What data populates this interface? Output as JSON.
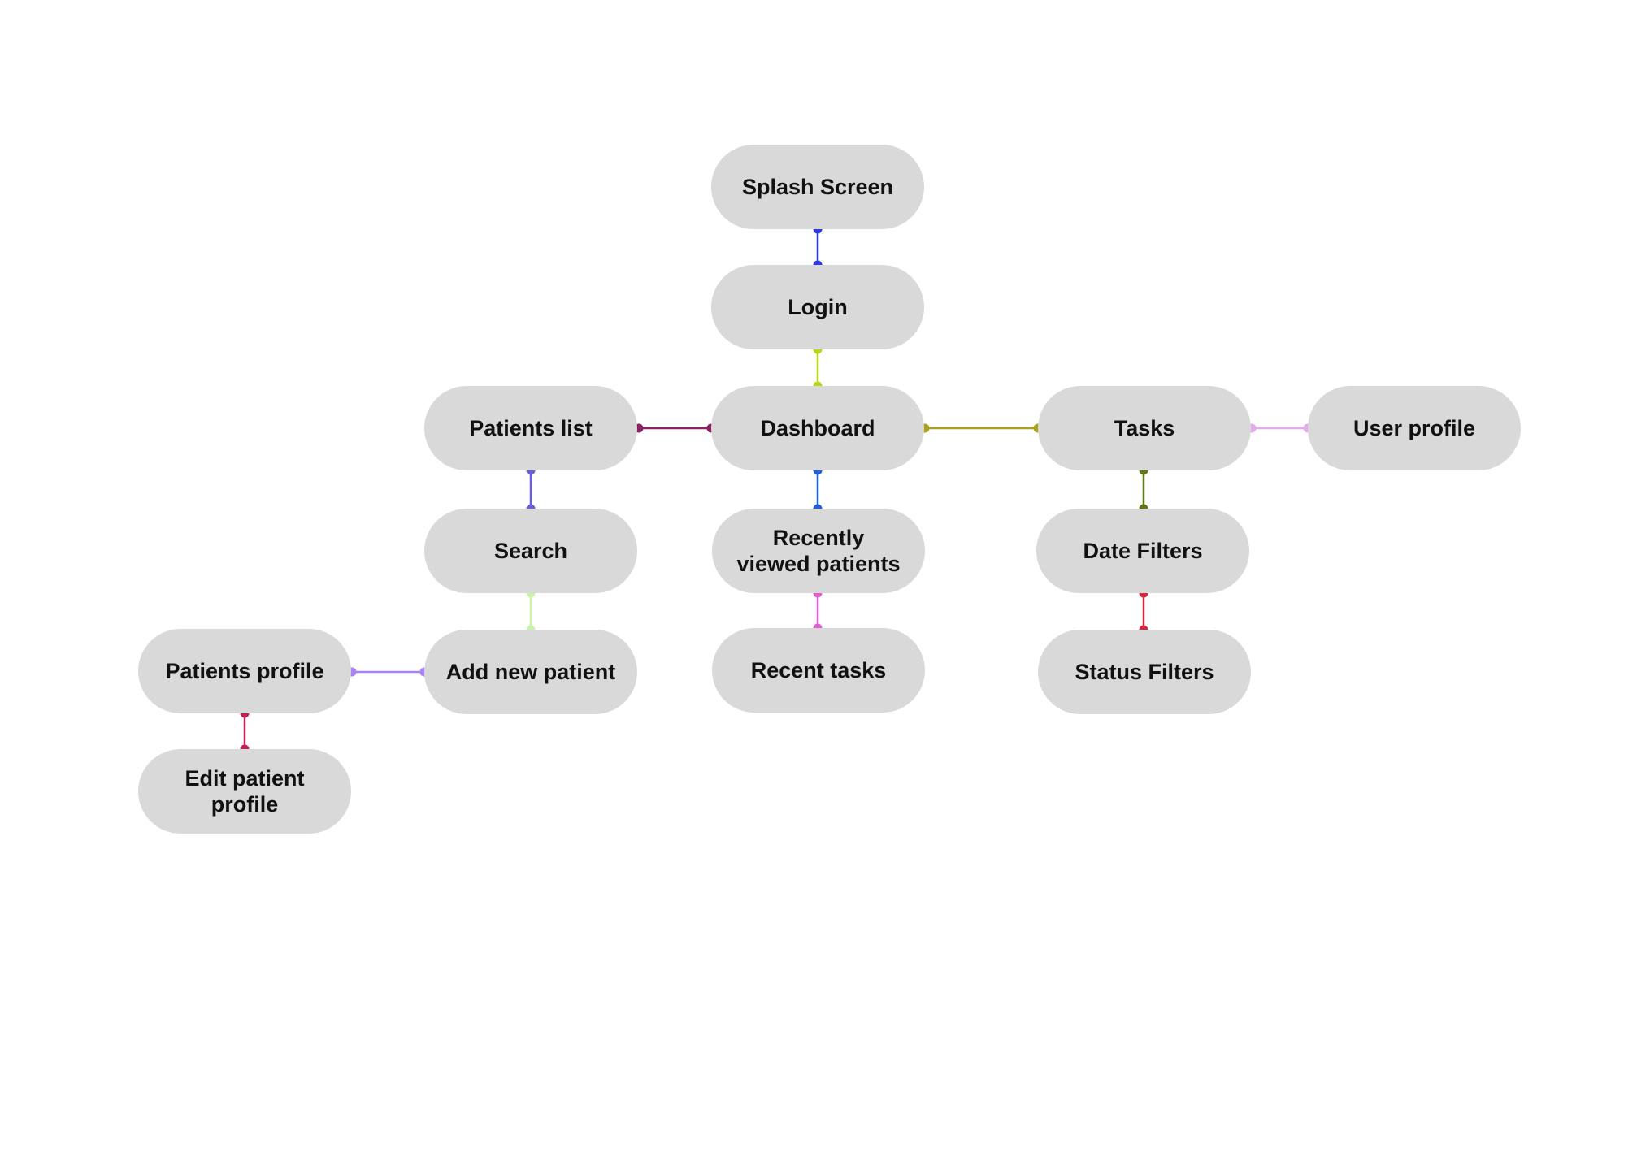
{
  "diagram": {
    "type": "flowchart",
    "node_fill": "#d9d9d9",
    "text_color": "#111111",
    "nodes": [
      {
        "id": "splash",
        "lines": [
          "Splash Screen"
        ]
      },
      {
        "id": "login",
        "lines": [
          "Login"
        ]
      },
      {
        "id": "dashboard",
        "lines": [
          "Dashboard"
        ]
      },
      {
        "id": "patients_list",
        "lines": [
          "Patients list"
        ]
      },
      {
        "id": "tasks",
        "lines": [
          "Tasks"
        ]
      },
      {
        "id": "user_profile",
        "lines": [
          "User profile"
        ]
      },
      {
        "id": "search",
        "lines": [
          "Search"
        ]
      },
      {
        "id": "recently_viewed",
        "lines": [
          "Recently",
          "viewed patients"
        ]
      },
      {
        "id": "date_filters",
        "lines": [
          "Date Filters"
        ]
      },
      {
        "id": "patients_profile",
        "lines": [
          "Patients profile"
        ]
      },
      {
        "id": "add_new_patient",
        "lines": [
          "Add new patient"
        ]
      },
      {
        "id": "recent_tasks",
        "lines": [
          "Recent tasks"
        ]
      },
      {
        "id": "status_filters",
        "lines": [
          "Status Filters"
        ]
      },
      {
        "id": "edit_profile",
        "lines": [
          "Edit patient",
          "profile"
        ]
      }
    ],
    "edges": [
      {
        "from": "splash",
        "to": "login",
        "color": "#2b3be0"
      },
      {
        "from": "login",
        "to": "dashboard",
        "color": "#b5d81a"
      },
      {
        "from": "patients_list",
        "to": "dashboard",
        "color": "#8a2363"
      },
      {
        "from": "dashboard",
        "to": "tasks",
        "color": "#a9a21a"
      },
      {
        "from": "tasks",
        "to": "user_profile",
        "color": "#e6a8ee"
      },
      {
        "from": "patients_list",
        "to": "search",
        "color": "#6a5fd6"
      },
      {
        "from": "dashboard",
        "to": "recently_viewed",
        "color": "#1f5fe0"
      },
      {
        "from": "tasks",
        "to": "date_filters",
        "color": "#5f7a12"
      },
      {
        "from": "search",
        "to": "add_new_patient",
        "color": "#c6f5a8"
      },
      {
        "from": "patients_profile",
        "to": "add_new_patient",
        "color": "#a783f5"
      },
      {
        "from": "recently_viewed",
        "to": "recent_tasks",
        "color": "#dd5fd0"
      },
      {
        "from": "date_filters",
        "to": "status_filters",
        "color": "#d4283f"
      },
      {
        "from": "patients_profile",
        "to": "edit_profile",
        "color": "#c22059"
      }
    ]
  }
}
